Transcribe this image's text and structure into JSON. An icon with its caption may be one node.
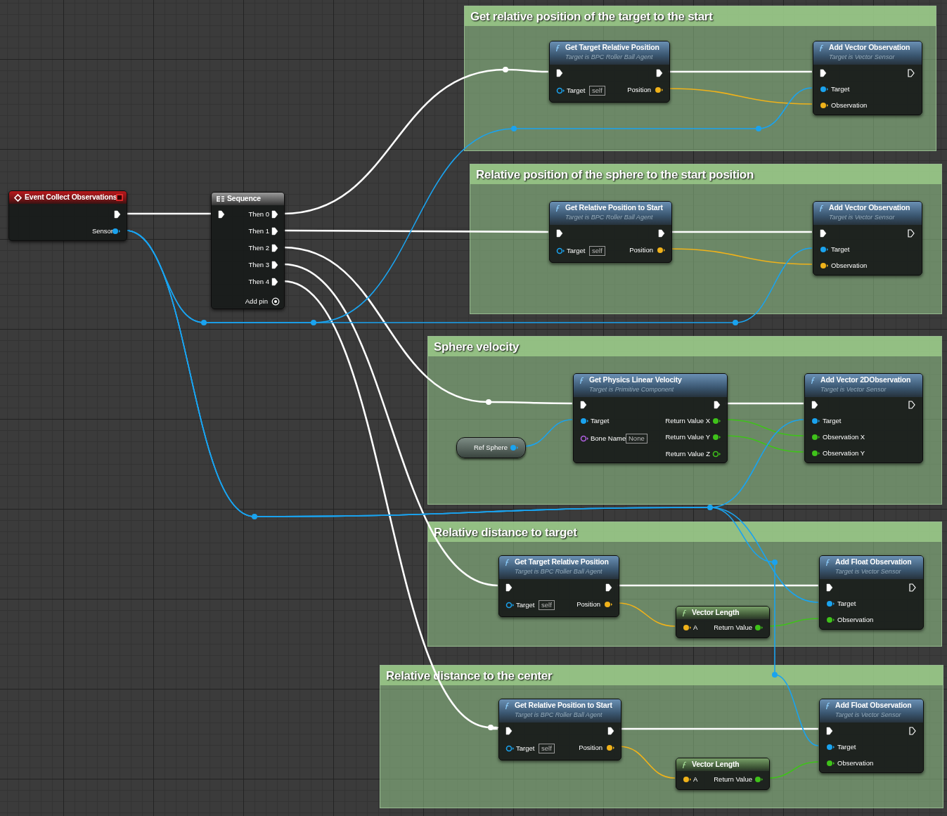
{
  "diagram": {
    "nodes": [
      {
        "text": [
          "Event Collect Observations",
          "Sensor"
        ]
      },
      {
        "text": [
          "Sequence",
          "Then 0",
          "Then 1",
          "Then 2",
          "Then 3",
          "Then 4",
          "Add pin"
        ]
      },
      {
        "text": [
          "Get relative position of the target to the start"
        ]
      },
      {
        "text": [
          "Get Target Relative Position",
          "Target is BPC Roller Ball Agent",
          "Target",
          "self",
          "Position"
        ],
        "in": 2
      },
      {
        "text": [
          "Add Vector Observation",
          "Target is Vector Sensor",
          "Target",
          "Observation"
        ],
        "in": 2
      },
      {
        "text": [
          "Relative position of the sphere to the start position"
        ]
      },
      {
        "text": [
          "Get Relative Position to Start",
          "Target is BPC Roller Ball Agent",
          "Target",
          "self",
          "Position"
        ],
        "in": 5
      },
      {
        "text": [
          "Add Vector Observation",
          "Target is Vector Sensor",
          "Target",
          "Observation"
        ],
        "in": 5
      },
      {
        "text": [
          "Sphere velocity"
        ]
      },
      {
        "text": [
          "Ref Sphere"
        ],
        "in": 8
      },
      {
        "text": [
          "Get Physics Linear Velocity",
          "Target is Primitive Component",
          "Target",
          "Bone Name",
          "None",
          "Return Value X",
          "Return Value Y",
          "Return Value Z"
        ],
        "in": 8
      },
      {
        "text": [
          "Add Vector 2DObservation",
          "Target is Vector Sensor",
          "Target",
          "Observation X",
          "Observation Y"
        ],
        "in": 8
      },
      {
        "text": [
          "Relative distance to target"
        ]
      },
      {
        "text": [
          "Get Target Relative Position",
          "Target is BPC Roller Ball Agent",
          "Target",
          "self",
          "Position"
        ],
        "in": 12
      },
      {
        "text": [
          "Vector Length",
          "A",
          "Return Value"
        ],
        "in": 12
      },
      {
        "text": [
          "Add Float Observation",
          "Target is Vector Sensor",
          "Target",
          "Observation"
        ],
        "in": 12
      },
      {
        "text": [
          "Relative distance to the center"
        ]
      },
      {
        "text": [
          "Get Relative Position to Start",
          "Target is BPC Roller Ball Agent",
          "Target",
          "self",
          "Position"
        ],
        "in": 16
      },
      {
        "text": [
          "Vector Length",
          "A",
          "Return Value"
        ],
        "in": 16
      },
      {
        "text": [
          "Add Float Observation",
          "Target is Vector Sensor",
          "Target",
          "Observation"
        ],
        "in": 16
      }
    ],
    "edges": [
      {
        "from": 0,
        "to": 1,
        "arrow": "none"
      },
      {
        "from": 1,
        "to": 3,
        "arrow": "none"
      },
      {
        "from": 3,
        "to": 4,
        "arrow": "none"
      },
      {
        "from": 3,
        "to": 4,
        "arrow": "none",
        "color": "#f0b21a"
      },
      {
        "from": 1,
        "to": 6,
        "arrow": "none"
      },
      {
        "from": 6,
        "to": 7,
        "arrow": "none"
      },
      {
        "from": 6,
        "to": 7,
        "arrow": "none",
        "color": "#f0b21a"
      },
      {
        "from": 1,
        "to": 10,
        "arrow": "none"
      },
      {
        "from": 10,
        "to": 11,
        "arrow": "none"
      },
      {
        "from": 9,
        "to": 10,
        "arrow": "none",
        "color": "#1aa3ef"
      },
      {
        "from": 10,
        "to": 11,
        "arrow": "none",
        "color": "#3fc21a"
      },
      {
        "from": 10,
        "to": 11,
        "arrow": "none",
        "color": "#3fc21a"
      },
      {
        "from": 1,
        "to": 13,
        "arrow": "none"
      },
      {
        "from": 13,
        "to": 15,
        "arrow": "none"
      },
      {
        "from": 13,
        "to": 14,
        "arrow": "none",
        "color": "#f0b21a"
      },
      {
        "from": 14,
        "to": 15,
        "arrow": "none",
        "color": "#3fc21a"
      },
      {
        "from": 1,
        "to": 17,
        "arrow": "none"
      },
      {
        "from": 17,
        "to": 19,
        "arrow": "none"
      },
      {
        "from": 17,
        "to": 18,
        "arrow": "none",
        "color": "#f0b21a"
      },
      {
        "from": 18,
        "to": 19,
        "arrow": "none",
        "color": "#3fc21a"
      },
      {
        "from": 0,
        "to": 4,
        "arrow": "none",
        "color": "#1aa3ef"
      },
      {
        "from": 0,
        "to": 7,
        "arrow": "none",
        "color": "#1aa3ef"
      },
      {
        "from": 0,
        "to": 11,
        "arrow": "none",
        "color": "#1aa3ef"
      },
      {
        "from": 0,
        "to": 15,
        "arrow": "none",
        "color": "#1aa3ef"
      },
      {
        "from": 0,
        "to": 19,
        "arrow": "none",
        "color": "#1aa3ef"
      }
    ]
  }
}
